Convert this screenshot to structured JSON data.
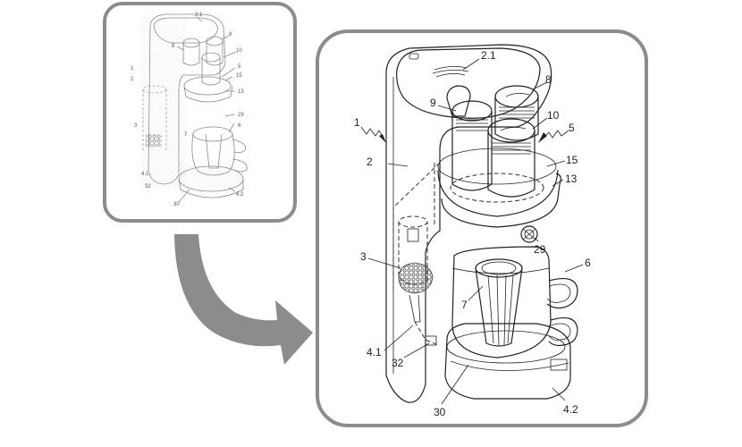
{
  "thumbnail_labels": {
    "l2_1": "2.1",
    "l8": "8",
    "l9": "9",
    "l10": "10",
    "l5": "5",
    "l1": "1",
    "l2": "2",
    "l15": "15",
    "l13": "13",
    "l29": "29",
    "l3": "3",
    "l7": "7",
    "l6": "6",
    "l4_1": "4.1",
    "l32": "32",
    "l30": "30",
    "l4_2": "4.2"
  },
  "main_labels": {
    "l2_1": "2.1",
    "l8": "8",
    "l9": "9",
    "l10": "10",
    "l5": "5",
    "l1": "1",
    "l2": "2",
    "l15": "15",
    "l13": "13",
    "l29": "29",
    "l3": "3",
    "l6": "6",
    "l7": "7",
    "l4_1": "4.1",
    "l32": "32",
    "l30": "30",
    "l4_2": "4.2"
  },
  "colors": {
    "frame": "#8c8c8c",
    "arrow": "#8c8c8c",
    "line": "#222222"
  }
}
